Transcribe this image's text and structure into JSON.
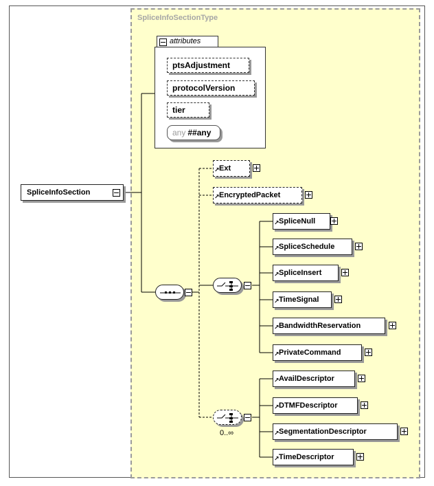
{
  "diagram": {
    "type_name": "SpliceInfoSectionType",
    "root_element": "SpliceInfoSection",
    "attributes_label": "attributes",
    "attributes": [
      "ptsAdjustment",
      "protocolVersion",
      "tier"
    ],
    "any_attribute": {
      "keyword": "any",
      "value": "##any"
    },
    "sequence_children": [
      "Ext",
      "EncryptedPacket"
    ],
    "command_choice": [
      "SpliceNull",
      "SpliceSchedule",
      "SpliceInsert",
      "TimeSignal",
      "BandwidthReservation",
      "PrivateCommand"
    ],
    "descriptor_choice": [
      "AvailDescriptor",
      "DTMFDescriptor",
      "SegmentationDescriptor",
      "TimeDescriptor"
    ],
    "descriptor_multiplicity": "0..∞"
  }
}
